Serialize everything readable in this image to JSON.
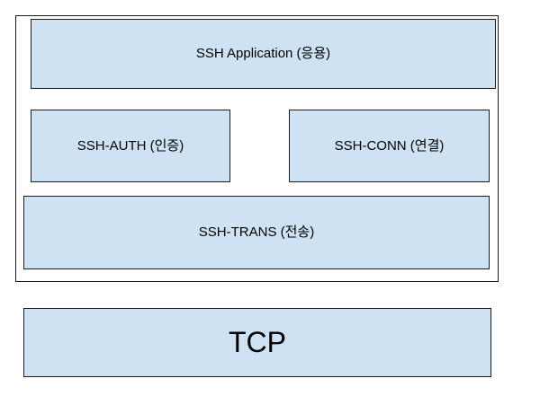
{
  "colors": {
    "canvas_bg": "#ffffff",
    "box_fill": "#cfe2f3",
    "box_border": "#1b1b1b",
    "label_text": "#000000"
  },
  "diagram": {
    "ssh_application": {
      "label": "SSH Application (응용)"
    },
    "ssh_auth": {
      "label": "SSH-AUTH (인증)"
    },
    "ssh_conn": {
      "label": "SSH-CONN (연결)"
    },
    "ssh_trans": {
      "label": "SSH-TRANS (전송)"
    },
    "tcp": {
      "label": "TCP"
    }
  }
}
